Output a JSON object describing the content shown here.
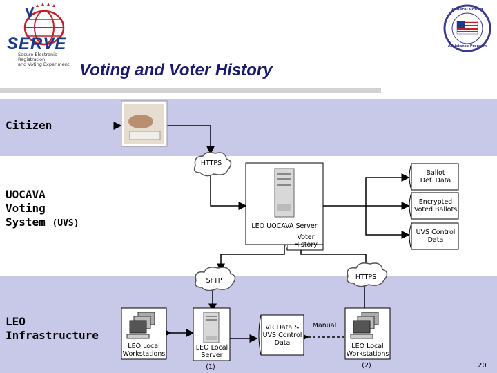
{
  "title": "Voting and Voter History",
  "logo_left": {
    "word": "SERVE",
    "tagline_1": "Secure Electronic Registration",
    "tagline_2": "and Voting Experiment"
  },
  "logo_right": {
    "top_text": "Federal Voting",
    "bottom_text": "Assistance Program"
  },
  "rows": {
    "citizen": "Citizen",
    "uvs_line1": "UOCAVA",
    "uvs_line2": "Voting",
    "uvs_line3": "System",
    "uvs_abbrev": "(UVS)",
    "leo_line1": "LEO",
    "leo_line2": "Infrastructure"
  },
  "nodes": {
    "https_top": "HTTPS",
    "leo_server": "LEO UOCAVA Server",
    "ballot_def_1": "Ballot",
    "ballot_def_2": "Def. Data",
    "encrypted_1": "Encrypted",
    "encrypted_2": "Voted Ballots",
    "uvs_control_1": "UVS Control",
    "uvs_control_2": "Data",
    "voter_history_1": "Voter",
    "voter_history_2": "History",
    "sftp": "SFTP",
    "https_bottom": "HTTPS",
    "leo_local_ws_left_1": "LEO Local",
    "leo_local_ws_left_2": "Workstations",
    "leo_local_server_1": "LEO Local",
    "leo_local_server_2": "Server",
    "vr_data_1": "VR Data &",
    "vr_data_2": "UVS Control",
    "vr_data_3": "Data",
    "manual": "Manual",
    "leo_local_ws_right_1": "LEO Local",
    "leo_local_ws_right_2": "Workstations",
    "footnote_1": "(1)",
    "footnote_2": "(2)"
  },
  "page_number": "20",
  "colors": {
    "band": "#c8c8e8",
    "title": "#1a1a6e",
    "logo_red": "#c0202a",
    "logo_blue": "#1a3a8a"
  }
}
